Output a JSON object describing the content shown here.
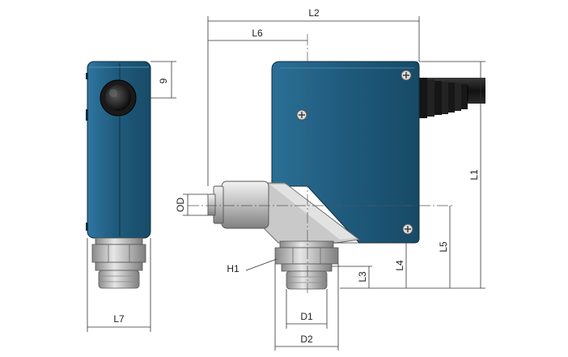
{
  "labels": {
    "L2": "L2",
    "L6": "L6",
    "L1": "L1",
    "L5": "L5",
    "L4": "L4",
    "L3": "L3",
    "L7": "L7",
    "D1": "D1",
    "D2": "D2",
    "OD": "OD",
    "H1": "H1",
    "nine": "9"
  },
  "colors": {
    "housing": "#1f5a7c",
    "housing_dark": "#174760",
    "housing_light": "#3a7aa0",
    "metal_light": "#e4e4e4",
    "metal": "#b7b7b7",
    "metal_dark": "#7a7a7a",
    "cable": "#1a1a1a",
    "dim_line": "#333333"
  }
}
